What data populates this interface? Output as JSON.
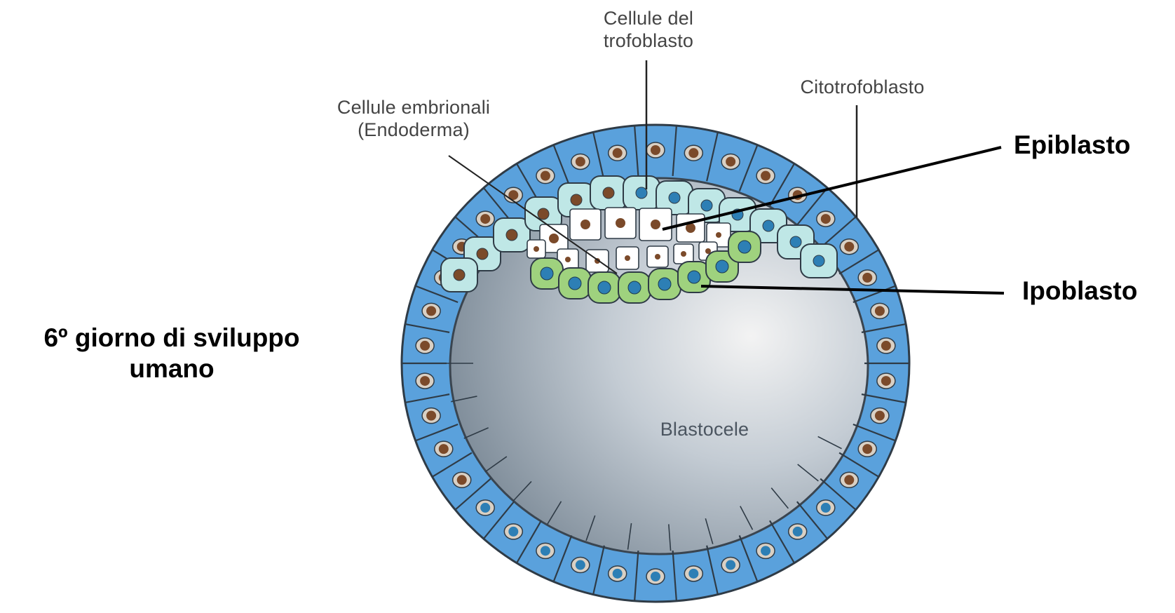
{
  "labels": {
    "trophoblast_line1": "Cellule del",
    "trophoblast_line2": "trofoblasto",
    "cytotrophoblast": "Citotrofoblasto",
    "embryonic_line1": "Cellule embrionali",
    "embryonic_line2": "(Endoderma)",
    "epiblast": "Epiblasto",
    "hypoblast": "Ipoblasto",
    "blastocoel": "Blastocele",
    "day_line1": "6º giorno di sviluppo",
    "day_line2": "umano"
  },
  "colors": {
    "trophoblast_blue": "#5aa1dc",
    "trophoblast_dark": "#3f86c6",
    "inner_cyan": "#bfe7e6",
    "hypoblast_green": "#9fd27e",
    "epiblast_white": "#ffffff",
    "nucleus_brown": "#7b4a2a",
    "nucleus_blue": "#2d7fb5",
    "cavity_light": "#eeeeee",
    "cavity_dark": "#8e9aa6"
  }
}
